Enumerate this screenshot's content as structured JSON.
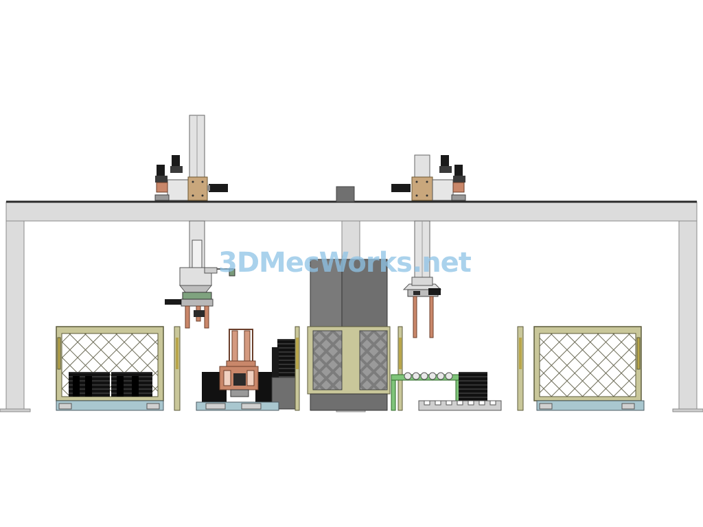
{
  "watermark": {
    "text": "3DMecWorks.net",
    "color": "#8ec3e6"
  },
  "colors": {
    "frame": "#dcdcdc",
    "frame_stroke": "#8a8a8a",
    "rail": "#2b2b2b",
    "fence_frame": "#c9c79a",
    "fence_stroke": "#5b5a3a",
    "fence_mesh": "#6b6a55",
    "copper": "#c9876a",
    "bronze": "#b39a6c",
    "dark": "#111111",
    "grey_block": "#6f6f6f",
    "green": "#7fc47a",
    "base_blue": "#a9c7cf"
  },
  "components": [
    {
      "name": "gantry-frame",
      "icon": "gantry-frame-icon"
    },
    {
      "name": "left-robot-axis",
      "icon": "linear-axis-icon"
    },
    {
      "name": "right-robot-axis",
      "icon": "linear-axis-icon"
    },
    {
      "name": "left-safety-fence",
      "icon": "mesh-fence-icon"
    },
    {
      "name": "right-safety-fence",
      "icon": "mesh-fence-icon"
    },
    {
      "name": "center-cabinet",
      "icon": "cabinet-icon"
    },
    {
      "name": "press-station",
      "icon": "press-icon"
    },
    {
      "name": "roller-conveyor",
      "icon": "conveyor-icon"
    }
  ]
}
